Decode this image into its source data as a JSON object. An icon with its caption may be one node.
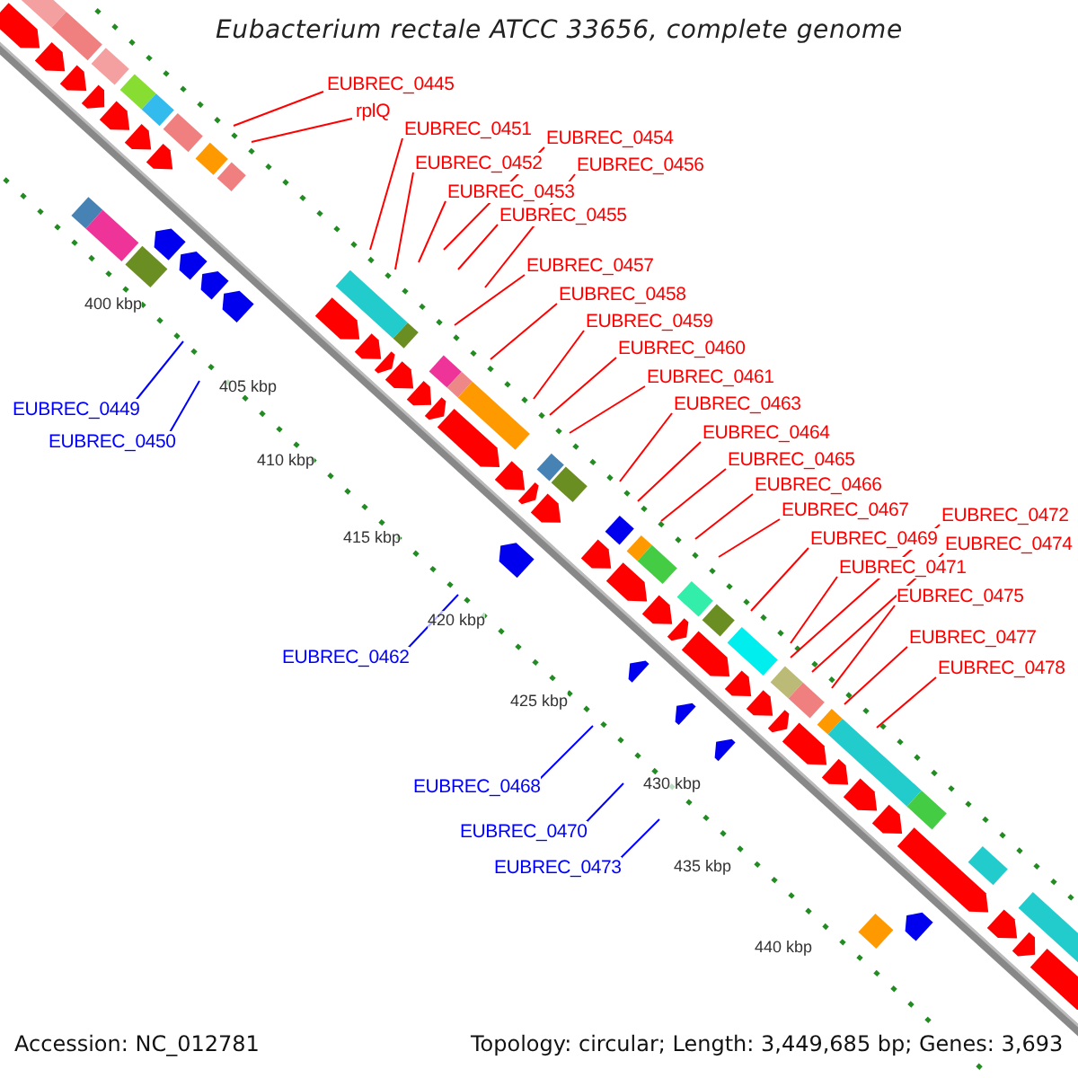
{
  "diagram": {
    "title": "Eubacterium rectale ATCC 33656, complete genome",
    "nodes": [
      {
        "text": [
          "EUBREC_0445"
        ]
      },
      {
        "text": [
          "rplQ"
        ]
      },
      {
        "text": [
          "EUBREC_0449"
        ]
      },
      {
        "text": [
          "EUBREC_0450"
        ]
      },
      {
        "text": [
          "EUBREC_0451"
        ]
      },
      {
        "text": [
          "EUBREC_0452"
        ]
      },
      {
        "text": [
          "EUBREC_0453"
        ]
      },
      {
        "text": [
          "EUBREC_0454"
        ]
      },
      {
        "text": [
          "EUBREC_0455"
        ]
      },
      {
        "text": [
          "EUBREC_0456"
        ]
      },
      {
        "text": [
          "EUBREC_0457"
        ]
      },
      {
        "text": [
          "EUBREC_0458"
        ]
      },
      {
        "text": [
          "EUBREC_0459"
        ]
      },
      {
        "text": [
          "EUBREC_0460"
        ]
      },
      {
        "text": [
          "EUBREC_0461"
        ]
      },
      {
        "text": [
          "EUBREC_0462"
        ]
      },
      {
        "text": [
          "EUBREC_0463"
        ]
      },
      {
        "text": [
          "EUBREC_0464"
        ]
      },
      {
        "text": [
          "EUBREC_0465"
        ]
      },
      {
        "text": [
          "EUBREC_0466"
        ]
      },
      {
        "text": [
          "EUBREC_0467"
        ]
      },
      {
        "text": [
          "EUBREC_0468"
        ]
      },
      {
        "text": [
          "EUBREC_0469"
        ]
      },
      {
        "text": [
          "EUBREC_0470"
        ]
      },
      {
        "text": [
          "EUBREC_0471"
        ]
      },
      {
        "text": [
          "EUBREC_0472"
        ]
      },
      {
        "text": [
          "EUBREC_0473"
        ]
      },
      {
        "text": [
          "EUBREC_0474"
        ]
      },
      {
        "text": [
          "EUBREC_0475"
        ]
      },
      {
        "text": [
          "EUBREC_0477"
        ]
      },
      {
        "text": [
          "EUBREC_0478"
        ]
      }
    ],
    "edges": [
      {
        "from": 0,
        "to": null,
        "arrow": "none"
      },
      {
        "from": 1,
        "to": null,
        "arrow": "none"
      },
      {
        "from": 2,
        "to": null,
        "arrow": "none",
        "color": "#0000ff"
      },
      {
        "from": 3,
        "to": null,
        "arrow": "none",
        "color": "#0000ff"
      },
      {
        "from": 4,
        "to": null,
        "arrow": "none"
      },
      {
        "from": 5,
        "to": null,
        "arrow": "none"
      },
      {
        "from": 6,
        "to": null,
        "arrow": "none"
      },
      {
        "from": 7,
        "to": null,
        "arrow": "none"
      },
      {
        "from": 8,
        "to": null,
        "arrow": "none"
      },
      {
        "from": 9,
        "to": null,
        "arrow": "none"
      },
      {
        "from": 10,
        "to": null,
        "arrow": "none"
      },
      {
        "from": 11,
        "to": null,
        "arrow": "none"
      },
      {
        "from": 12,
        "to": null,
        "arrow": "none"
      },
      {
        "from": 13,
        "to": null,
        "arrow": "none"
      },
      {
        "from": 14,
        "to": null,
        "arrow": "none"
      },
      {
        "from": 15,
        "to": null,
        "arrow": "none",
        "color": "#0000ff"
      },
      {
        "from": 16,
        "to": null,
        "arrow": "none"
      },
      {
        "from": 17,
        "to": null,
        "arrow": "none"
      },
      {
        "from": 18,
        "to": null,
        "arrow": "none"
      },
      {
        "from": 19,
        "to": null,
        "arrow": "none"
      },
      {
        "from": 20,
        "to": null,
        "arrow": "none"
      },
      {
        "from": 21,
        "to": null,
        "arrow": "none",
        "color": "#0000ff"
      },
      {
        "from": 22,
        "to": null,
        "arrow": "none"
      },
      {
        "from": 23,
        "to": null,
        "arrow": "none",
        "color": "#0000ff"
      },
      {
        "from": 24,
        "to": null,
        "arrow": "none"
      },
      {
        "from": 25,
        "to": null,
        "arrow": "none"
      },
      {
        "from": 26,
        "to": null,
        "arrow": "none",
        "color": "#0000ff"
      },
      {
        "from": 27,
        "to": null,
        "arrow": "none"
      },
      {
        "from": 28,
        "to": null,
        "arrow": "none"
      },
      {
        "from": 29,
        "to": null,
        "arrow": "none"
      },
      {
        "from": 30,
        "to": null,
        "arrow": "none"
      }
    ],
    "labels": [
      "400 kbp",
      "405 kbp",
      "410 kbp",
      "415 kbp",
      "420 kbp",
      "425 kbp",
      "430 kbp",
      "435 kbp",
      "440 kbp",
      "Accession: NC_012781",
      "Topology: circular; Length: 3,449,685 bp; Genes: 3,693"
    ]
  }
}
